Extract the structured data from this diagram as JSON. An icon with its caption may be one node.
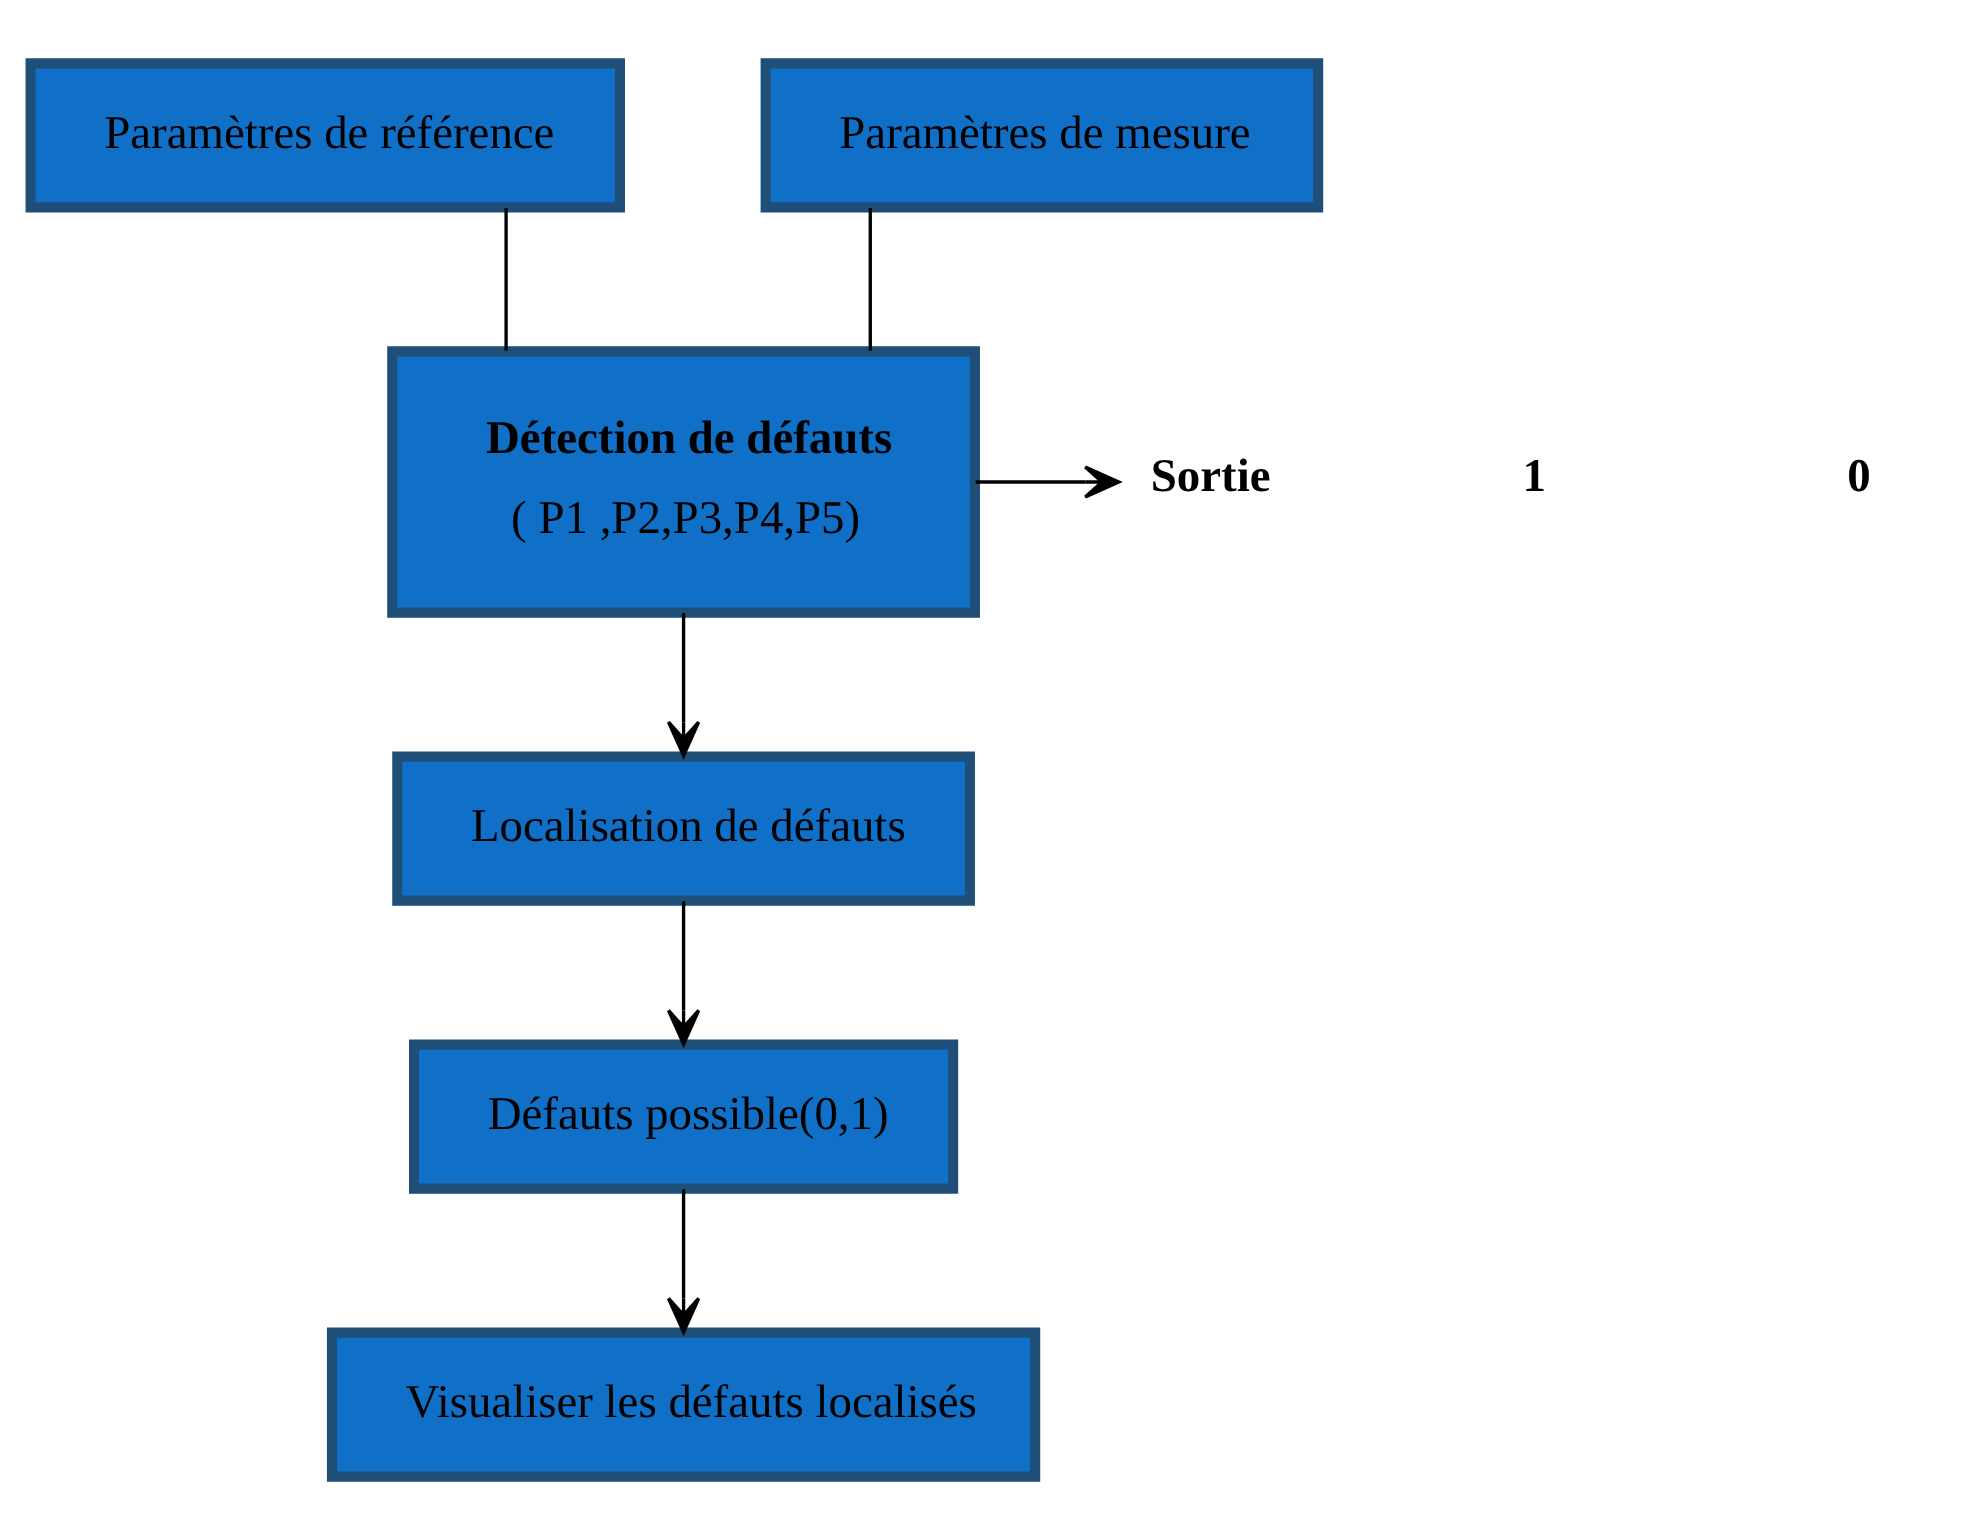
{
  "diagram": {
    "nodes": [
      {
        "text": [
          "Paramètres de référence"
        ]
      },
      {
        "text": [
          "Paramètres de mesure"
        ]
      },
      {
        "text": [
          "Détection de défauts",
          "( P1 ,P2,P3,P4,P5)"
        ]
      },
      {
        "text": [
          "Sortie"
        ]
      },
      {
        "text": [
          "Localisation de défauts"
        ]
      },
      {
        "text": [
          "Défauts possible(0,1)"
        ]
      },
      {
        "text": [
          "Visualiser les défauts localisés"
        ]
      }
    ],
    "edges": [
      {
        "from": 0,
        "to": 2,
        "arrow": "none"
      },
      {
        "from": 1,
        "to": 2,
        "arrow": "none"
      },
      {
        "from": 2,
        "to": 3,
        "arrow": "to"
      },
      {
        "from": 2,
        "to": 4,
        "arrow": "to"
      },
      {
        "from": 4,
        "to": 5,
        "arrow": "to"
      },
      {
        "from": 5,
        "to": 6,
        "arrow": "to"
      }
    ],
    "labels": [
      "1",
      "0"
    ]
  }
}
